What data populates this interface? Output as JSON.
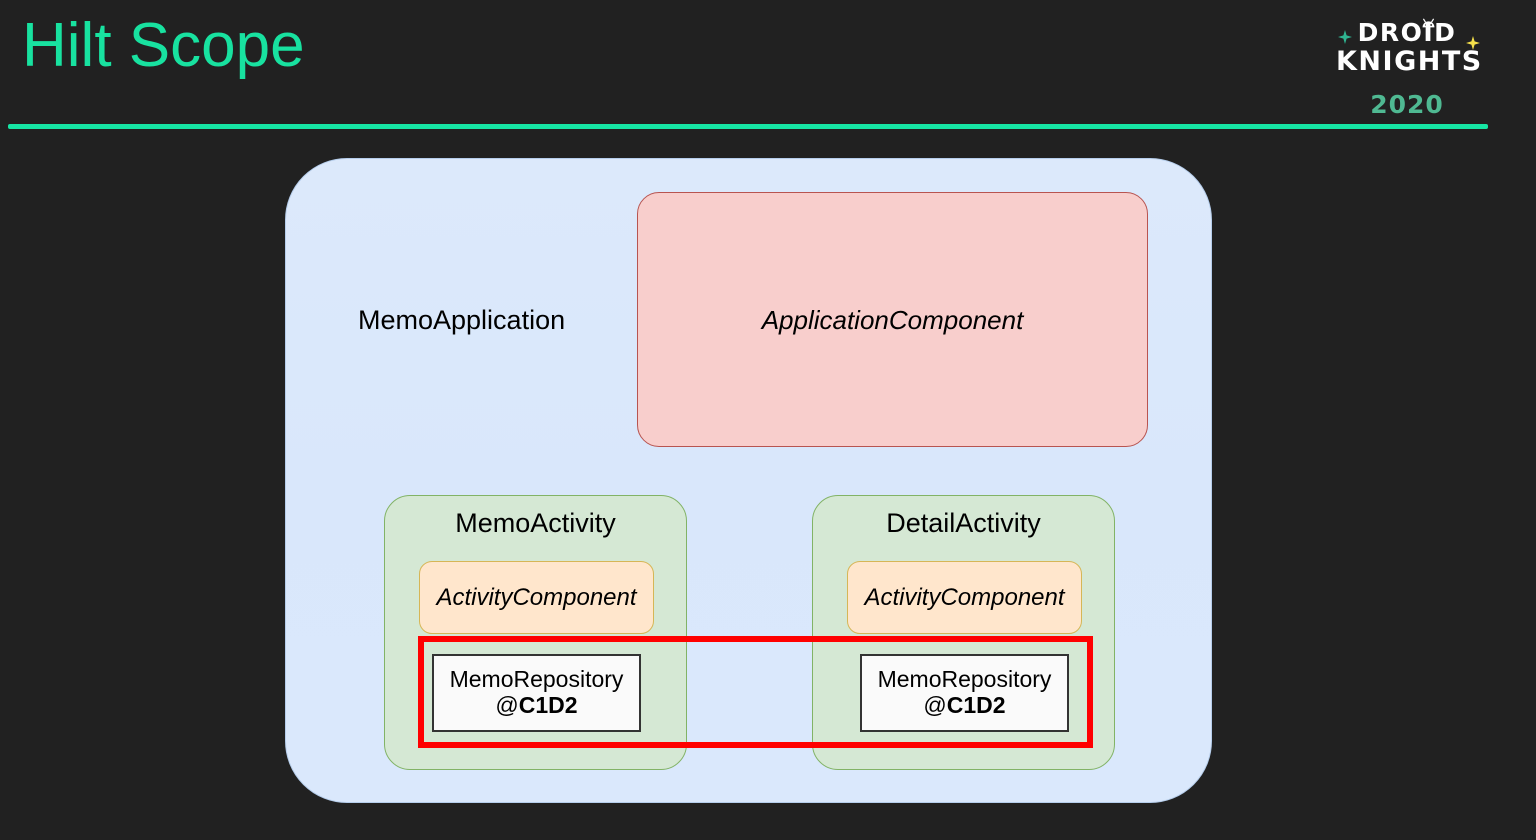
{
  "slide": {
    "title": "Hilt Scope",
    "accent_color": "#18E2A0",
    "background_color": "#212121"
  },
  "logo": {
    "line1": "DROID",
    "line2": "KNIGHTS",
    "year": "2020",
    "sparkle_left_color": "#2FB491",
    "sparkle_right_color": "#F5E04B",
    "text_color": "#FFFFFF",
    "year_color": "#4FB992"
  },
  "diagram": {
    "application": {
      "label": "MemoApplication",
      "fill": "#dae8fc",
      "stroke": "#b5cdeb"
    },
    "application_component": {
      "label": "ApplicationComponent",
      "fill": "#f8cecc",
      "stroke": "#b85450"
    },
    "activities": [
      {
        "title": "MemoActivity",
        "component_label": "ActivityComponent",
        "repository_name": "MemoRepository",
        "repository_scope_prefix": "@",
        "repository_scope": "C1D2"
      },
      {
        "title": "DetailActivity",
        "component_label": "ActivityComponent",
        "repository_name": "MemoRepository",
        "repository_scope_prefix": "@",
        "repository_scope": "C1D2"
      }
    ],
    "activity_fill": "#d5e8d4",
    "activity_stroke": "#82b366",
    "component_fill": "#ffe6cc",
    "component_stroke": "#d6b656",
    "repository_fill": "#fafafa",
    "repository_stroke": "#333333",
    "highlight_color": "#FF0000"
  }
}
